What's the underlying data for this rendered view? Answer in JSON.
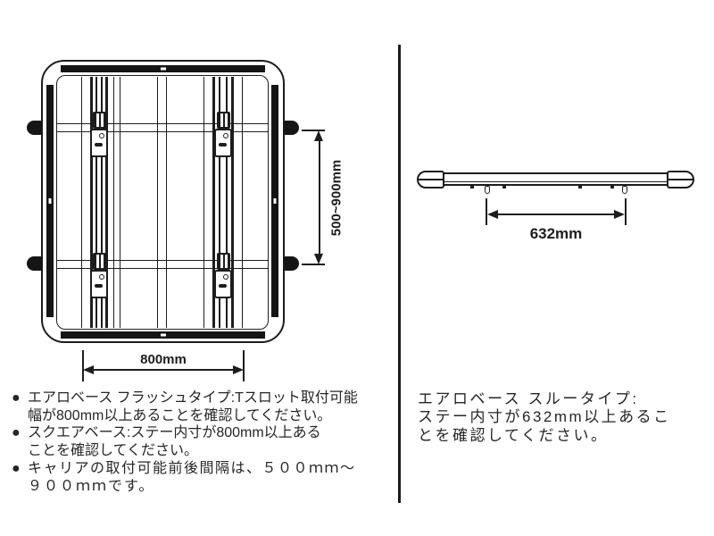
{
  "colors": {
    "ink": "#1d1d1d",
    "text": "#262626",
    "background": "#ffffff"
  },
  "bullet": "●",
  "dimensions": {
    "mount_front_rear_spacing": "500~900mm",
    "mount_width": "800mm",
    "stay_inner_width": "632mm"
  },
  "notes_left": [
    {
      "lines": [
        "エアロベース フラッシュタイプ:Tスロット取付可能",
        "幅が800mm以上あることを確認してください。"
      ]
    },
    {
      "lines": [
        "スクエアベース:ステー内寸が800mm以上ある",
        "ことを確認してください。"
      ]
    },
    {
      "lines": [
        "キャリアの取付可能前後間隔は、５００ｍｍ～",
        "９００ｍｍです。"
      ]
    }
  ],
  "notes_right": {
    "lines": [
      "エアロベース スルータイプ:",
      "ステー内寸が632mm以上あるこ",
      "とを確認してください。"
    ]
  }
}
